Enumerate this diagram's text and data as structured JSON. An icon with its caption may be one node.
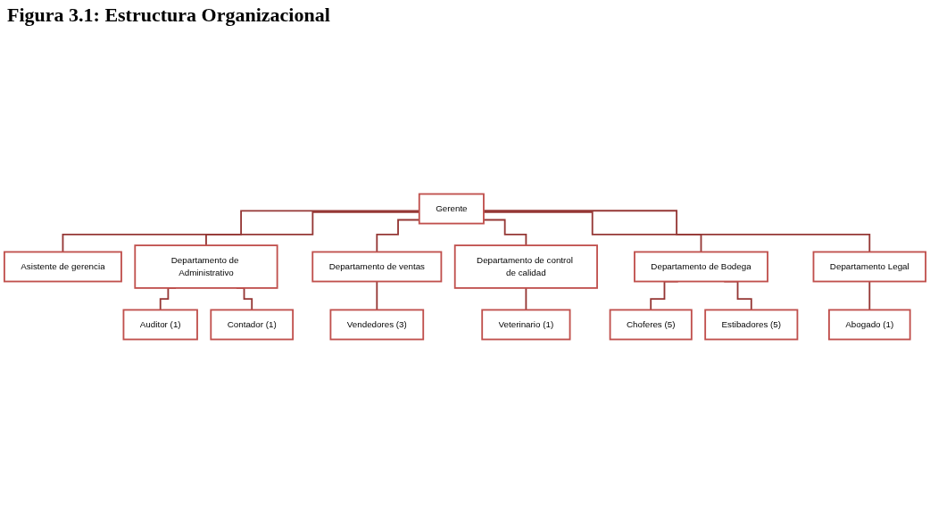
{
  "diagram": {
    "title": "Figura 3.1: Estructura Organizacional",
    "nodes": [
      {
        "text": [
          "Gerente"
        ]
      },
      {
        "text": [
          "Asistente de gerencia"
        ]
      },
      {
        "text": [
          "Departamento de Administrativo"
        ]
      },
      {
        "text": [
          "Departamento de ventas"
        ]
      },
      {
        "text": [
          "Departamento de control de calidad"
        ]
      },
      {
        "text": [
          "Departamento de Bodega"
        ]
      },
      {
        "text": [
          "Departamento Legal"
        ]
      },
      {
        "text": [
          "Auditor (1)"
        ]
      },
      {
        "text": [
          "Contador (1)"
        ]
      },
      {
        "text": [
          "Vendedores (3)"
        ]
      },
      {
        "text": [
          "Veterinario (1)"
        ]
      },
      {
        "text": [
          "Choferes (5)"
        ]
      },
      {
        "text": [
          "Estibadores (5)"
        ]
      },
      {
        "text": [
          "Abogado (1)"
        ]
      }
    ],
    "edges": [
      {
        "from": 0,
        "to": 1,
        "arrow": "none"
      },
      {
        "from": 0,
        "to": 2,
        "arrow": "none"
      },
      {
        "from": 0,
        "to": 3,
        "arrow": "none"
      },
      {
        "from": 0,
        "to": 4,
        "arrow": "none"
      },
      {
        "from": 0,
        "to": 5,
        "arrow": "none"
      },
      {
        "from": 0,
        "to": 6,
        "arrow": "none"
      },
      {
        "from": 2,
        "to": 7,
        "arrow": "none"
      },
      {
        "from": 2,
        "to": 8,
        "arrow": "none"
      },
      {
        "from": 3,
        "to": 9,
        "arrow": "none"
      },
      {
        "from": 4,
        "to": 10,
        "arrow": "none"
      },
      {
        "from": 5,
        "to": 11,
        "arrow": "none"
      },
      {
        "from": 5,
        "to": 12,
        "arrow": "none"
      },
      {
        "from": 6,
        "to": 13,
        "arrow": "none"
      }
    ]
  }
}
